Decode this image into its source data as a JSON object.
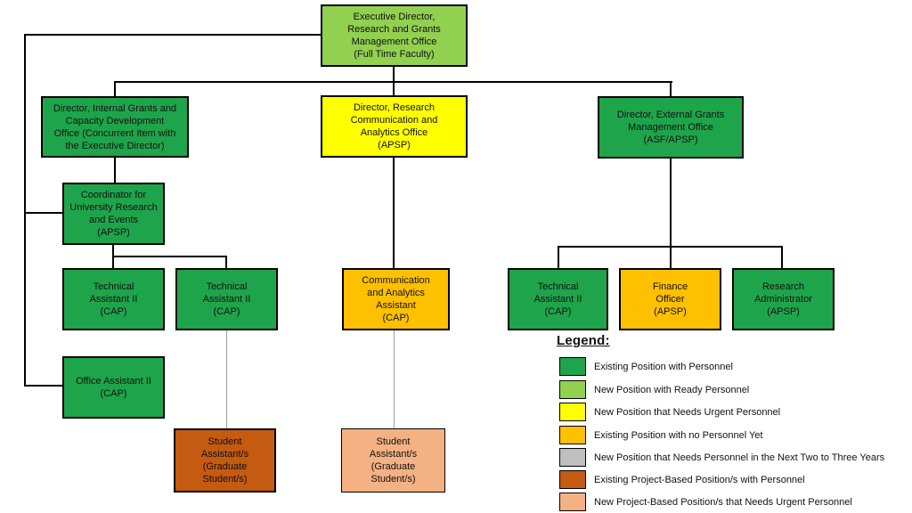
{
  "nodes": {
    "exec": {
      "label": "Executive Director,\nResearch and Grants\nManagement Office\n(Full Time Faculty)",
      "color": "#92D050",
      "status": "New Position with Ready Personnel"
    },
    "dir_internal": {
      "label": "Director, Internal Grants and\nCapacity Development\nOffice (Concurrent Item with\nthe Executive Director)",
      "color": "#1EA54B",
      "status": "Existing Position with Personnel"
    },
    "dir_research": {
      "label": "Director, Research\nCommunication and\nAnalytics Office\n(APSP)",
      "color": "#FFFF00",
      "status": "New Position that Needs Urgent Personnel"
    },
    "dir_external": {
      "label": "Director, External Grants\nManagement Office\n(ASF/APSP)",
      "color": "#1EA54B",
      "status": "Existing Position with Personnel"
    },
    "coordinator": {
      "label": "Coordinator for\nUniversity Research\nand Events\n(APSP)",
      "color": "#1EA54B",
      "status": "Existing Position with Personnel"
    },
    "tech1": {
      "label": "Technical\nAssistant II\n(CAP)",
      "color": "#1EA54B",
      "status": "Existing Position with Personnel"
    },
    "tech2": {
      "label": "Technical\nAssistant II\n(CAP)",
      "color": "#1EA54B",
      "status": "Existing Position with Personnel"
    },
    "comm_asst": {
      "label": "Communication\nand Analytics\nAssistant\n(CAP)",
      "color": "#FFC000",
      "status": "Existing Position with no Personnel Yet"
    },
    "tech3": {
      "label": "Technical\nAssistant II\n(CAP)",
      "color": "#1EA54B",
      "status": "Existing Position with Personnel"
    },
    "finance": {
      "label": "Finance\nOfficer\n(APSP)",
      "color": "#FFC000",
      "status": "Existing Position with no Personnel Yet"
    },
    "research_admin": {
      "label": "Research\nAdministrator\n(APSP)",
      "color": "#1EA54B",
      "status": "Existing Position with Personnel"
    },
    "office_asst": {
      "label": "Office Assistant II\n(CAP)",
      "color": "#1EA54B",
      "status": "Existing Position with Personnel"
    },
    "student1": {
      "label": "Student\nAssistant/s\n(Graduate\nStudent/s)",
      "color": "#C55A11",
      "status": "Existing Project-Based Position/s with Personnel"
    },
    "student2": {
      "label": "Student\nAssistant/s\n(Graduate\nStudent/s)",
      "color": "#F4B183",
      "status": "New Project-Based Position/s that Needs Urgent Personnel"
    }
  },
  "legend": {
    "title": "Legend:",
    "items": [
      {
        "label": "Existing Position with Personnel",
        "color": "#1EA54B"
      },
      {
        "label": "New Position with Ready Personnel",
        "color": "#92D050"
      },
      {
        "label": "New Position that Needs Urgent Personnel",
        "color": "#FFFF00"
      },
      {
        "label": "Existing Position with no Personnel Yet",
        "color": "#FFC000"
      },
      {
        "label": "New Position that Needs Personnel in the Next Two to Three Years",
        "color": "#BFBFBF"
      },
      {
        "label": "Existing Project-Based Position/s with Personnel",
        "color": "#C55A11"
      },
      {
        "label": "New Project-Based Position/s that Needs Urgent Personnel",
        "color": "#F4B183"
      }
    ]
  }
}
